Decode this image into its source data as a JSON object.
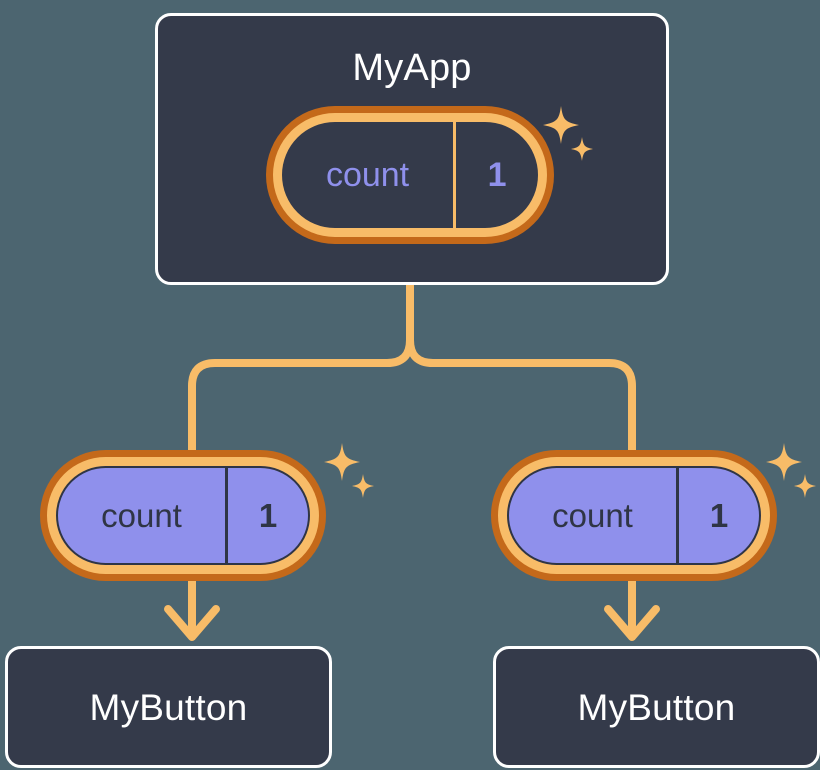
{
  "diagram": {
    "title": "MyApp component tree with shared count state",
    "background_color": "#4c6570",
    "accent_color": "#f8bc68",
    "accent_dark_color": "#c4691a",
    "state_color": "#8f90ec",
    "card_color": "#343a4a"
  },
  "root": {
    "label": "MyApp",
    "state": {
      "key": "count",
      "value": "1"
    },
    "sparkle": "sparkle-icon"
  },
  "children": [
    {
      "label": "MyButton",
      "state": {
        "key": "count",
        "value": "1"
      },
      "sparkle": "sparkle-icon"
    },
    {
      "label": "MyButton",
      "state": {
        "key": "count",
        "value": "1"
      },
      "sparkle": "sparkle-icon"
    }
  ],
  "connectors": {
    "branch": "tree-branch-connector",
    "arrows": [
      "down-arrow-icon",
      "down-arrow-icon"
    ]
  }
}
